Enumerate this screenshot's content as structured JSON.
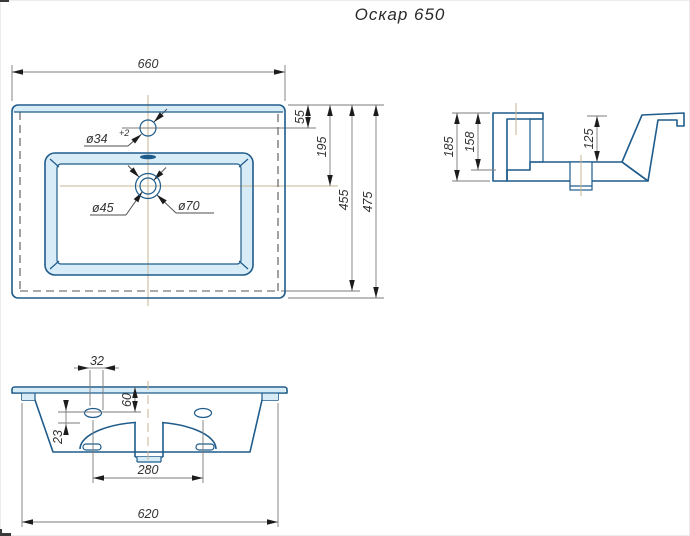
{
  "title": "Оскар 650",
  "colors": {
    "line": "#1f5c8b",
    "lite": "#d8ecf7",
    "dim": "#7b7b7b",
    "center": "#c9b593",
    "text": "#333333",
    "hatch": "#3a74a0",
    "hatch_bg": "#eaf4fb",
    "dark": "#1c1c1c"
  },
  "views": {
    "plan": {
      "dim_width": "660",
      "dim_faucet_offset": "55",
      "dim_drain_offset": "195",
      "dim_inner_depth": "455",
      "dim_overall_depth": "475",
      "label_faucet_hole": "ø34",
      "label_faucet_tolerance": "+2",
      "label_drain_inner": "ø45",
      "label_drain_outer": "ø70"
    },
    "section": {
      "dim_overall_height": "185",
      "dim_body_height": "158",
      "dim_bowl_depth": "125"
    },
    "front": {
      "dim_hole_offset_x": "32",
      "dim_hole_offset_y": "60",
      "dim_hole_drop": "23",
      "dim_hole_spacing": "280",
      "dim_bottom_width": "620"
    }
  }
}
